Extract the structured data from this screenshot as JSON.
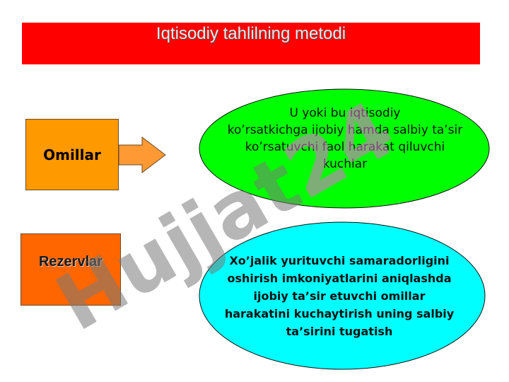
{
  "title": "Iqtisodiy tahlilning metodi",
  "boxes": {
    "omillar": "Omillar",
    "rezervlar": "Rezervlar"
  },
  "ellipses": {
    "top_lines": [
      "U yoki bu iqtisodiy",
      "ko’rsatkichga ijobiy hamda salbiy ta’sir",
      "ko’rsatuvchi faol harakat qiluvchi",
      "kuchlar"
    ],
    "bottom_lines": [
      "Xo’jalik yurituvchi samaradorligini",
      "oshirish imkoniyatlarini aniqlashda",
      "ijobiy ta’sir etuvchi omillar",
      "harakatini kuchaytirish uning salbiy",
      "ta’sirini tugatish"
    ]
  },
  "watermark": "Hujjat24",
  "colors": {
    "title_bar": "#ff0000",
    "omillar_box": "#ff9900",
    "rezervlar_box": "#ff6600",
    "ellipse_top": "#00ff00",
    "ellipse_bottom": "#00ffff",
    "arrow": "#ff9933"
  }
}
